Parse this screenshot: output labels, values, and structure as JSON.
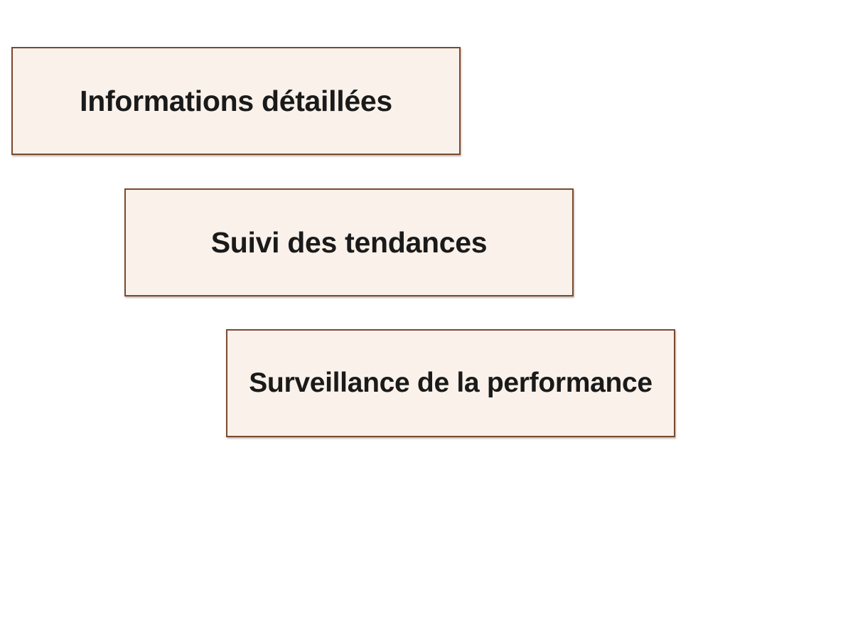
{
  "diagram": {
    "box_fill": "#f9f1ea",
    "box_border": "#7a4a30",
    "text_color": "#1a1a1a",
    "steps": [
      {
        "label": "Informations détaillées"
      },
      {
        "label": "Suivi des tendances"
      },
      {
        "label": "Surveillance de la performance"
      }
    ]
  }
}
